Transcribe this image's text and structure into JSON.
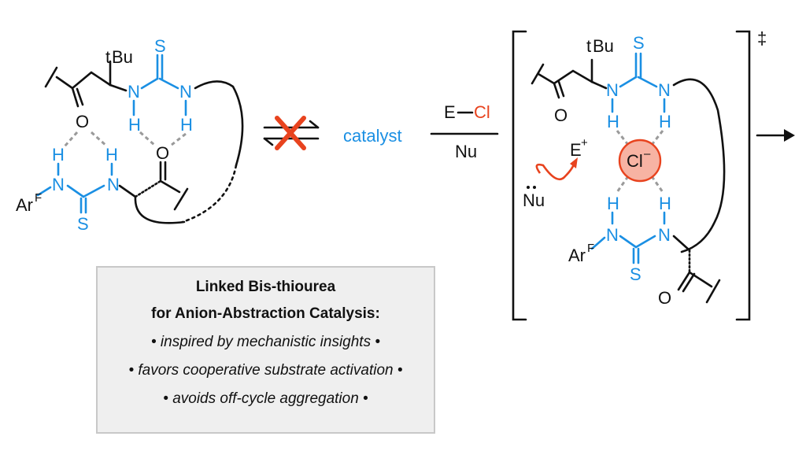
{
  "left_structure": {
    "tbu_label_t": "t",
    "tbu_label_bu": "Bu",
    "thiourea_top_S": "S",
    "thiourea_top_N1": "N",
    "thiourea_top_N2": "N",
    "thiourea_top_H1": "H",
    "thiourea_top_H2": "H",
    "carbonyl_O_left": "O",
    "carbonyl_O_right": "O",
    "thiourea_bottom_N1": "N",
    "thiourea_bottom_N2": "N",
    "thiourea_bottom_H1": "H",
    "thiourea_bottom_H2": "H",
    "thiourea_bottom_S": "S",
    "arf_Ar": "Ar",
    "arf_F": "F"
  },
  "equilibrium": {
    "catalyst_label": "catalyst",
    "cross_color": "#e8431e"
  },
  "reaction_arrow": {
    "reagent_E": "E",
    "reagent_Cl": "Cl",
    "nucleophile": "Nu"
  },
  "transition_state": {
    "dagger": "‡",
    "tbu_label_t": "t",
    "tbu_label_bu": "Bu",
    "carbonyl_O_top": "O",
    "thiourea_top_S": "S",
    "thiourea_top_N1": "N",
    "thiourea_top_N2": "N",
    "thiourea_top_H1": "H",
    "thiourea_top_H2": "H",
    "chloride_Cl": "Cl",
    "chloride_charge": "–",
    "electrophile_E": "E",
    "electrophile_charge": "+",
    "nucleophile": "Nu",
    "thiourea_bottom_H1": "H",
    "thiourea_bottom_H2": "H",
    "thiourea_bottom_N1": "N",
    "thiourea_bottom_N2": "N",
    "thiourea_bottom_S": "S",
    "arf_Ar": "Ar",
    "arf_F": "F",
    "carbonyl_O_bottom": "O"
  },
  "summary": {
    "title_line1": "Linked Bis-thiourea",
    "title_line2": "for Anion-Abstraction Catalysis:",
    "bullet1": "• inspired by mechanistic insights •",
    "bullet2": "• favors cooperative substrate activation •",
    "bullet3": "• avoids off-cycle aggregation •"
  },
  "colors": {
    "thiourea_blue": "#1a8fe3",
    "highlight_red": "#e8431e",
    "chloride_fill": "#f7b3a3",
    "hbond_gray": "#9a9a9a",
    "box_fill": "#efefef"
  }
}
